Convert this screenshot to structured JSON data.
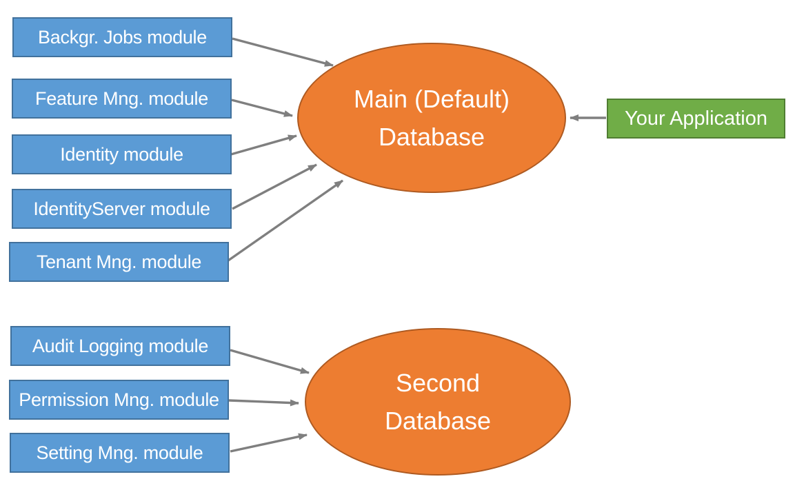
{
  "diagram": {
    "modules_main": [
      {
        "label": "Backgr. Jobs module"
      },
      {
        "label": "Feature Mng. module"
      },
      {
        "label": "Identity module"
      },
      {
        "label": "IdentityServer module"
      },
      {
        "label": "Tenant Mng. module"
      }
    ],
    "modules_second": [
      {
        "label": "Audit Logging module"
      },
      {
        "label": "Permission Mng. module"
      },
      {
        "label": "Setting Mng. module"
      }
    ],
    "databases": {
      "main": {
        "line1": "Main (Default)",
        "line2": "Database"
      },
      "second": {
        "line1": "Second",
        "line2": "Database"
      }
    },
    "application": {
      "label": "Your Application"
    },
    "colors": {
      "module_fill": "#5B9BD5",
      "module_border": "#41719C",
      "database_fill": "#ED7D31",
      "database_border": "#AE5A21",
      "application_fill": "#70AD47",
      "application_border": "#507E32",
      "arrow": "#7F7F7F",
      "text": "#FFFFFF",
      "background": "#FFFFFF"
    }
  }
}
